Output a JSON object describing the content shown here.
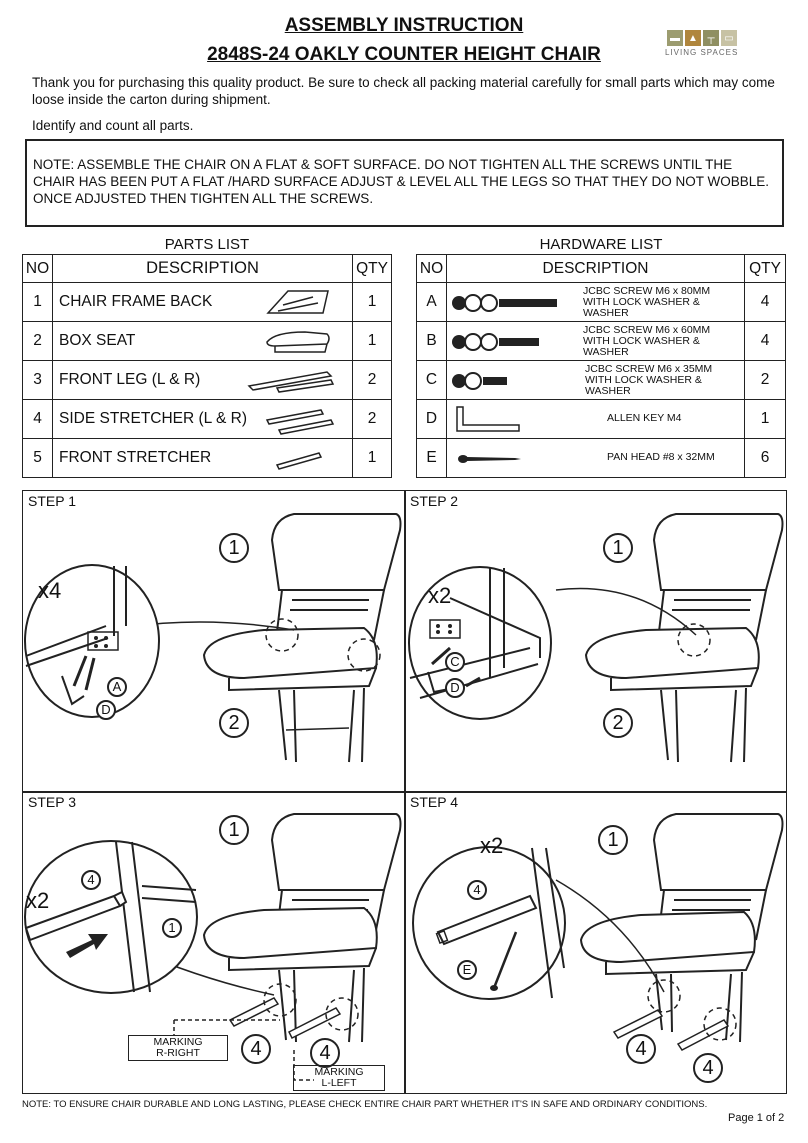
{
  "header": {
    "title": "ASSEMBLY INSTRUCTION",
    "subtitle": "2848S-24  OAKLY COUNTER HEIGHT CHAIR",
    "logo_text": "LIVING SPACES"
  },
  "intro": "Thank you for purchasing this quality product. Be sure to check all packing material carefully for small parts which may come loose inside the carton during shipment.",
  "identify": "Identify and count all parts.",
  "note": "NOTE: ASSEMBLE THE CHAIR ON A FLAT & SOFT SURFACE. DO NOT TIGHTEN ALL THE SCREWS UNTIL THE CHAIR HAS BEEN PUT A FLAT /HARD SURFACE ADJUST & LEVEL ALL THE LEGS SO THAT THEY DO NOT WOBBLE. ONCE ADJUSTED THEN TIGHTEN ALL THE SCREWS.",
  "parts_list": {
    "caption": "PARTS LIST",
    "headers": [
      "NO",
      "DESCRIPTION",
      "QTY"
    ],
    "rows": [
      {
        "no": "1",
        "desc": "CHAIR FRAME BACK",
        "qty": "1"
      },
      {
        "no": "2",
        "desc": "BOX SEAT",
        "qty": "1"
      },
      {
        "no": "3",
        "desc": "FRONT LEG (L & R)",
        "qty": "2"
      },
      {
        "no": "4",
        "desc": "SIDE STRETCHER (L & R)",
        "qty": "2"
      },
      {
        "no": "5",
        "desc": "FRONT STRETCHER",
        "qty": "1"
      }
    ]
  },
  "hardware_list": {
    "caption": "HARDWARE LIST",
    "headers": [
      "NO",
      "DESCRIPTION",
      "QTY"
    ],
    "rows": [
      {
        "no": "A",
        "desc1": "JCBC SCREW M6 x 80MM",
        "desc2": "WITH LOCK WASHER & WASHER",
        "qty": "4"
      },
      {
        "no": "B",
        "desc1": "JCBC SCREW M6 x 60MM",
        "desc2": "WITH LOCK WASHER & WASHER",
        "qty": "4"
      },
      {
        "no": "C",
        "desc1": "JCBC SCREW M6 x 35MM",
        "desc2": "WITH LOCK WASHER & WASHER",
        "qty": "2"
      },
      {
        "no": "D",
        "desc1": "ALLEN KEY M4",
        "desc2": "",
        "qty": "1"
      },
      {
        "no": "E",
        "desc1": "PAN HEAD #8 x 32MM",
        "desc2": "",
        "qty": "6"
      }
    ]
  },
  "steps": {
    "step1": {
      "label": "STEP 1",
      "mult": "x4",
      "n1": "1",
      "n2": "2",
      "a": "A",
      "d": "D"
    },
    "step2": {
      "label": "STEP 2",
      "mult": "x2",
      "n1": "1",
      "n2": "2",
      "c": "C",
      "d": "D"
    },
    "step3": {
      "label": "STEP 3",
      "mult": "x2",
      "n1": "1",
      "n4a": "4",
      "n4b": "4",
      "small4": "4",
      "small1": "1",
      "mark_r1": "MARKING",
      "mark_r2": "R-RIGHT",
      "mark_l1": "MARKING",
      "mark_l2": "L-LEFT"
    },
    "step4": {
      "label": "STEP 4",
      "mult": "x2",
      "n1": "1",
      "n4a": "4",
      "n4b": "4",
      "small4": "4",
      "e": "E"
    }
  },
  "footer": {
    "note": "NOTE: TO ENSURE CHAIR DURABLE AND LONG LASTING, PLEASE CHECK ENTIRE CHAIR PART WHETHER IT'S IN SAFE AND ORDINARY CONDITIONS.",
    "page": "Page 1 of 2"
  }
}
